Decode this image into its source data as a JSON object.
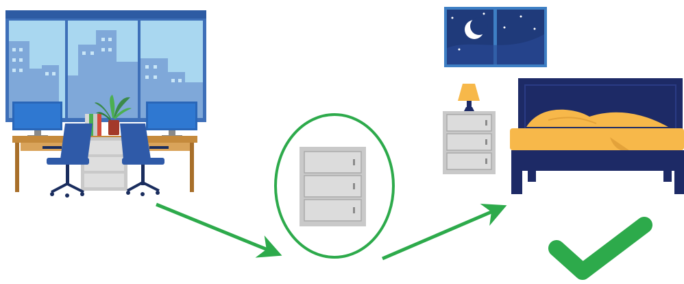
{
  "scene": {
    "panels": [
      {
        "id": "office",
        "icon": "office-desk-icon"
      },
      {
        "id": "cabinet",
        "icon": "filing-cabinet-icon"
      },
      {
        "id": "bedroom",
        "icon": "bedroom-icon"
      }
    ],
    "arrows": [
      {
        "from": "office",
        "to": "cabinet",
        "icon": "arrow-right-down-icon"
      },
      {
        "from": "cabinet",
        "to": "bedroom",
        "icon": "arrow-right-up-icon"
      }
    ],
    "result_icon": "checkmark-icon"
  },
  "colors": {
    "arrow_green": "#2daa4b",
    "window_frame": "#3e6fb8",
    "sky": "#a9d7f0",
    "buildings": "#7fa8d9",
    "desk_wood": "#c58a3c",
    "chair_blue": "#2f5aa8",
    "monitor_blue": "#2966b8",
    "cabinet_gray": "#c9c9c9",
    "bed_navy": "#1d2a66",
    "blanket_yellow": "#f7b84a",
    "night_sky": "#1f3a7a",
    "lamp_shade": "#f7b84a"
  }
}
